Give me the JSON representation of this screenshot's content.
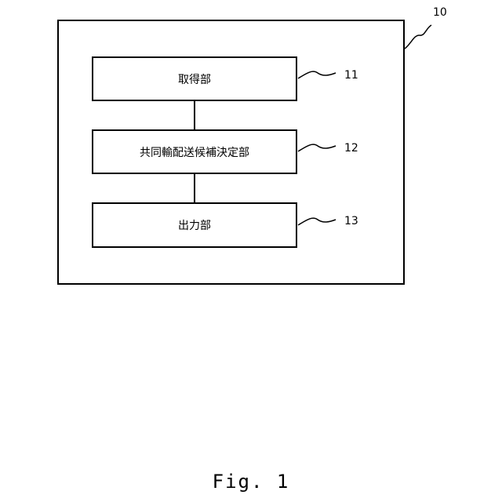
{
  "diagram": {
    "system_ref": "10",
    "blocks": [
      {
        "ref": "11",
        "label": "取得部"
      },
      {
        "ref": "12",
        "label": "共同輸配送候補決定部"
      },
      {
        "ref": "13",
        "label": "出力部"
      }
    ]
  },
  "caption": "Fig. 1"
}
